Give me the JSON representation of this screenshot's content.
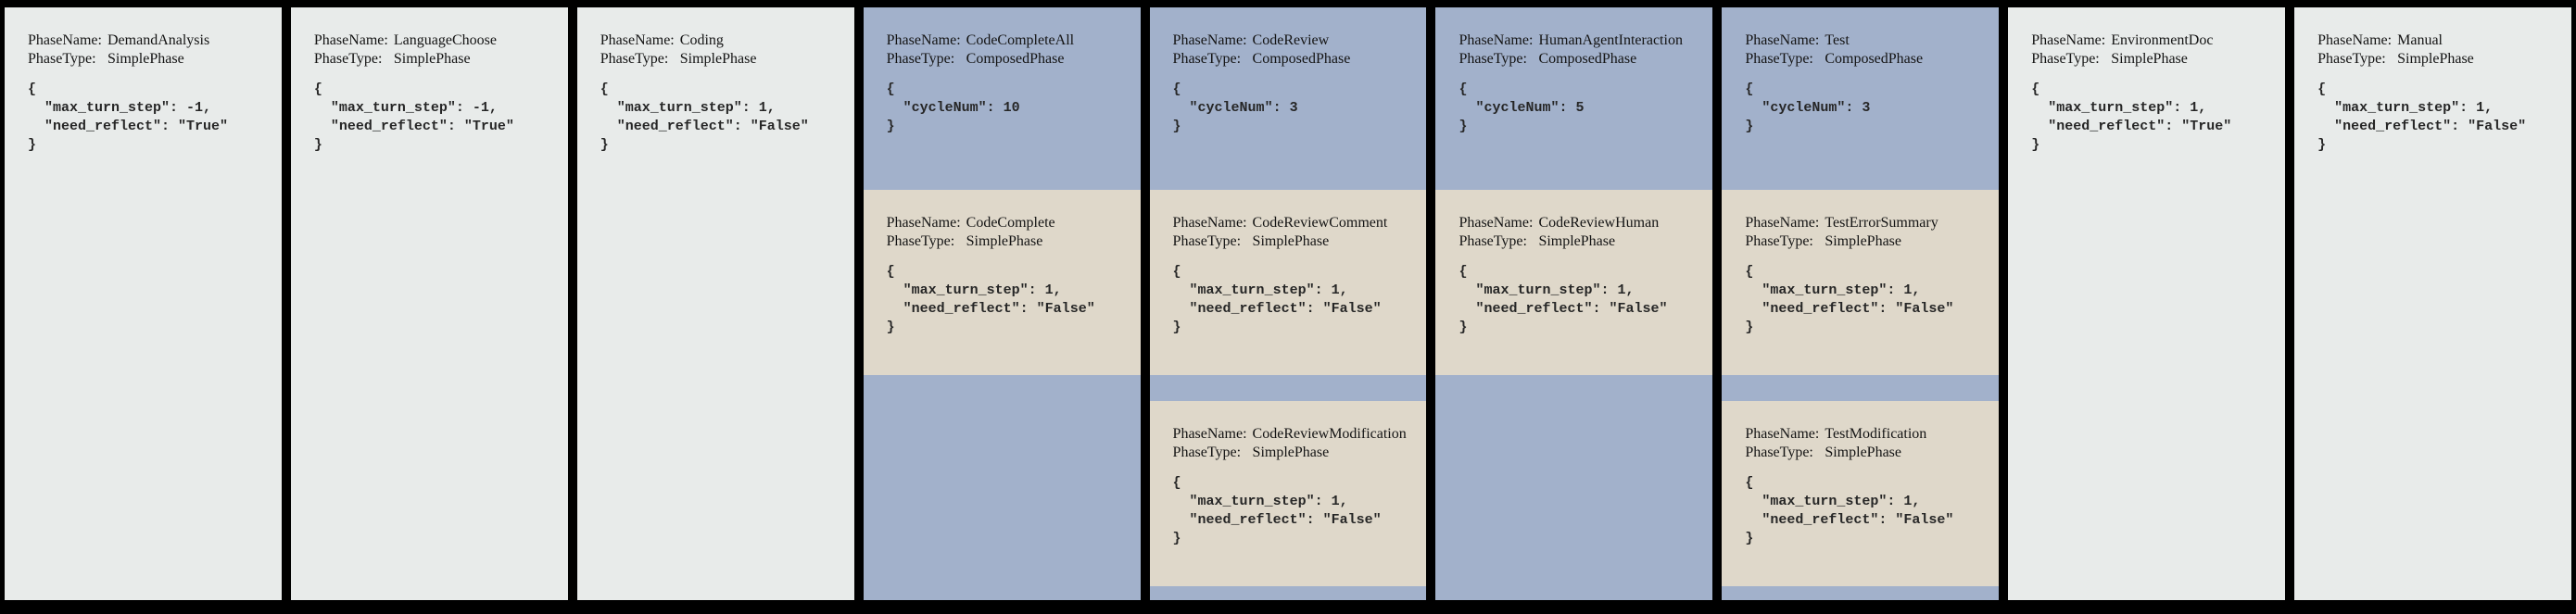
{
  "labels": {
    "phase_name": "PhaseName:",
    "phase_type": "PhaseType:"
  },
  "colors": {
    "background": "#000000",
    "simple_phase": "#e8ebea",
    "composed_phase": "#a2b1cb",
    "nested_card": "#dfd8ca"
  },
  "phases": [
    {
      "name": "DemandAnalysis",
      "type": "SimplePhase",
      "config_lines": [
        "{",
        "  \"max_turn_step\": -1,",
        "  \"need_reflect\": \"True\"",
        "}"
      ]
    },
    {
      "name": "LanguageChoose",
      "type": "SimplePhase",
      "config_lines": [
        "{",
        "  \"max_turn_step\": -1,",
        "  \"need_reflect\": \"True\"",
        "}"
      ]
    },
    {
      "name": "Coding",
      "type": "SimplePhase",
      "config_lines": [
        "{",
        "  \"max_turn_step\": 1,",
        "  \"need_reflect\": \"False\"",
        "}"
      ]
    },
    {
      "name": "CodeCompleteAll",
      "type": "ComposedPhase",
      "config_lines": [
        "{",
        "  \"cycleNum\": 10",
        "}"
      ],
      "children": [
        {
          "name": "CodeComplete",
          "type": "SimplePhase",
          "config_lines": [
            "{",
            "  \"max_turn_step\": 1,",
            "  \"need_reflect\": \"False\"",
            "}"
          ]
        }
      ]
    },
    {
      "name": "CodeReview",
      "type": "ComposedPhase",
      "config_lines": [
        "{",
        "  \"cycleNum\": 3",
        "}"
      ],
      "children": [
        {
          "name": "CodeReviewComment",
          "type": "SimplePhase",
          "config_lines": [
            "{",
            "  \"max_turn_step\": 1,",
            "  \"need_reflect\": \"False\"",
            "}"
          ]
        },
        {
          "name": "CodeReviewModification",
          "type": "SimplePhase",
          "config_lines": [
            "{",
            "  \"max_turn_step\": 1,",
            "  \"need_reflect\": \"False\"",
            "}"
          ]
        }
      ]
    },
    {
      "name": "HumanAgentInteraction",
      "type": "ComposedPhase",
      "config_lines": [
        "{",
        "  \"cycleNum\": 5",
        "}"
      ],
      "children": [
        {
          "name": "CodeReviewHuman",
          "type": "SimplePhase",
          "config_lines": [
            "{",
            "  \"max_turn_step\": 1,",
            "  \"need_reflect\": \"False\"",
            "}"
          ]
        }
      ]
    },
    {
      "name": "Test",
      "type": "ComposedPhase",
      "config_lines": [
        "{",
        "  \"cycleNum\": 3",
        "}"
      ],
      "children": [
        {
          "name": "TestErrorSummary",
          "type": "SimplePhase",
          "config_lines": [
            "{",
            "  \"max_turn_step\": 1,",
            "  \"need_reflect\": \"False\"",
            "}"
          ]
        },
        {
          "name": "TestModification",
          "type": "SimplePhase",
          "config_lines": [
            "{",
            "  \"max_turn_step\": 1,",
            "  \"need_reflect\": \"False\"",
            "}"
          ]
        }
      ]
    },
    {
      "name": "EnvironmentDoc",
      "type": "SimplePhase",
      "config_lines": [
        "{",
        "  \"max_turn_step\": 1,",
        "  \"need_reflect\": \"True\"",
        "}"
      ]
    },
    {
      "name": "Manual",
      "type": "SimplePhase",
      "config_lines": [
        "{",
        "  \"max_turn_step\": 1,",
        "  \"need_reflect\": \"False\"",
        "}"
      ]
    }
  ]
}
